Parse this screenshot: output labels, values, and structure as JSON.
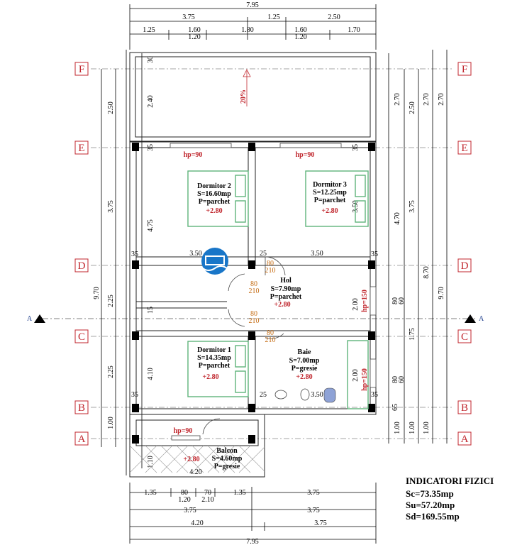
{
  "dimensions": {
    "top": {
      "overall": "7.95",
      "row1": [
        "3.75",
        "1.25",
        "2.50"
      ],
      "row2": [
        "1.25",
        "1.60",
        "1.80",
        "1.60",
        "1.70"
      ],
      "row2_sub": [
        "1.20",
        "1.20"
      ]
    },
    "bottom": {
      "row1": [
        "1.35",
        "80",
        "70",
        "1.35",
        "3.75"
      ],
      "row1_sub": [
        "1.20",
        "2.10"
      ],
      "row2": [
        "3.75",
        "3.75"
      ],
      "row3": [
        "4.20",
        "3.75"
      ],
      "overall": "7.95"
    },
    "left": {
      "segments": [
        "2.50",
        "3.75",
        "2.25",
        "2.25",
        "1.00"
      ],
      "overall": "9.70",
      "inner": [
        "30",
        "2.40",
        "35",
        "4.75",
        "35",
        "15",
        "4.10",
        "35",
        "1.10"
      ]
    },
    "right": {
      "col1": [
        "2.70",
        "4.70",
        "1.00"
      ],
      "col2": [
        "2.50",
        "3.75",
        "1.75",
        "1.00"
      ],
      "col3": [
        "2.70",
        "8.70",
        "1.00"
      ],
      "col4": [
        "2.70",
        "9.70"
      ],
      "inner": [
        "35",
        "3.50",
        "2.00",
        "2.00",
        "65"
      ],
      "window_sizes": [
        "80",
        "60",
        "80",
        "60"
      ]
    },
    "interior": [
      "3.50",
      "3.50",
      "25",
      "25",
      "35",
      "35",
      "3.50",
      "4.20"
    ]
  },
  "grid_rows": [
    "F",
    "E",
    "D",
    "C",
    "B",
    "A"
  ],
  "section_marker": "A",
  "slope": "20%",
  "rooms": [
    {
      "name": "Dormitor 2",
      "area": "S=16.60mp",
      "floor": "P=parchet",
      "level": "+2.80"
    },
    {
      "name": "Dormitor 3",
      "area": "S=12.25mp",
      "floor": "P=parchet",
      "level": "+2.80"
    },
    {
      "name": "Hol",
      "area": "S=7.90mp",
      "floor": "P=parchet",
      "level": "+2.80"
    },
    {
      "name": "Dormitor 1",
      "area": "S=14.35mp",
      "floor": "P=parchet",
      "level": "+2.80"
    },
    {
      "name": "Baie",
      "area": "S=7.00mp",
      "floor": "P=gresie",
      "level": "+2.80"
    },
    {
      "name": "Balcon",
      "area": "S=4.60mp",
      "floor": "P=gresie",
      "level": "+2.80"
    }
  ],
  "hp_labels": [
    "hp=90",
    "hp=90",
    "hp=150",
    "hp=150",
    "hp=90"
  ],
  "doors": [
    {
      "w": "80",
      "h": "210"
    },
    {
      "w": "80",
      "h": "210"
    },
    {
      "w": "80",
      "h": "210"
    },
    {
      "w": "80",
      "h": "210"
    }
  ],
  "indicators": {
    "title": "INDICATORI FIZICI",
    "sc": "Sc=73.35mp",
    "su": "Su=57.20mp",
    "sd": "Sd=169.55mp"
  },
  "colors": {
    "grid_label": "#c0262d",
    "door_dim": "#c46a10",
    "furniture": "#5fb37a",
    "badge": "#1976c8"
  }
}
